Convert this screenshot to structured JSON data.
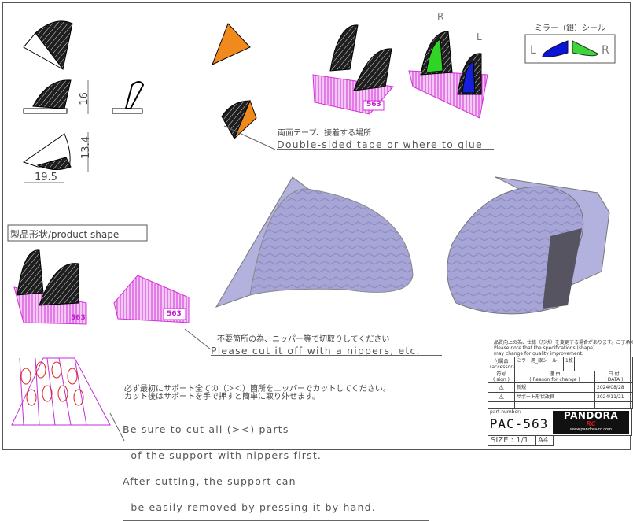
{
  "drawing": {
    "dimensions": {
      "height": "16",
      "depth": "13.4",
      "width": "19.5"
    },
    "product_shape_label": "製品形状/product shape",
    "mirror_seal": {
      "title": "ミラー（銀）シール",
      "left": "L",
      "right": "R",
      "left_color": "#0a14d8",
      "right_color": "#3ed43a"
    },
    "side_labels": {
      "right": "R",
      "left": "L"
    },
    "part_mark": "563",
    "tape_note": {
      "jp": "両面テープ、接着する場所",
      "en": "Double-sided tape or where to glue"
    },
    "cut_note": {
      "jp": "不要箇所の為、ニッパー等で切取りしてください",
      "en": "Please cut it off with a nippers, etc."
    },
    "support_note": {
      "jp": [
        "必ず最初にサポート全ての（＞＜）箇所をニッパーでカットしてください。",
        "カット後はサポートを手で押すと簡単に取り外せます。"
      ],
      "en": [
        "Be sure to cut all (><) parts",
        "  of the support with nippers first.",
        "After cutting, the support can",
        "  be easily removed by pressing it by hand."
      ]
    },
    "colors": {
      "support": "#e040e8",
      "tape": "#f08a1c",
      "body": "#a9a8d8",
      "carbon": "#222222"
    }
  },
  "title_block": {
    "notice": [
      "品質向上の為、仕様（形状）を変更する場合があります。ご了承ください。",
      "Please note that the specifications (shape)",
      "may change for quality improvement."
    ],
    "accessories_label": "付属品",
    "accessories_en": "(accessories)",
    "accessory_item": "ミラー用_銀シール",
    "accessory_qty": "1枚",
    "sign_label": "符号",
    "sign_en": "( sign )",
    "reason_label": "理 由",
    "reason_en": "( Reason for change )",
    "date_label": "日 付",
    "date_en": "( DATA )",
    "revisions": [
      {
        "sign": "⚠",
        "reason": "新規",
        "date": "2024/08/28"
      },
      {
        "sign": "⚠",
        "reason": "サポート形状改良",
        "date": "2024/11/21"
      }
    ],
    "part_number_label": "part number:",
    "part_number": "PAC-563",
    "size": "SIZE : 1/1",
    "paper": "A4",
    "logo": {
      "brand": "PANDORA",
      "sub": "RC",
      "url": "www.pandora-rc.com"
    }
  }
}
